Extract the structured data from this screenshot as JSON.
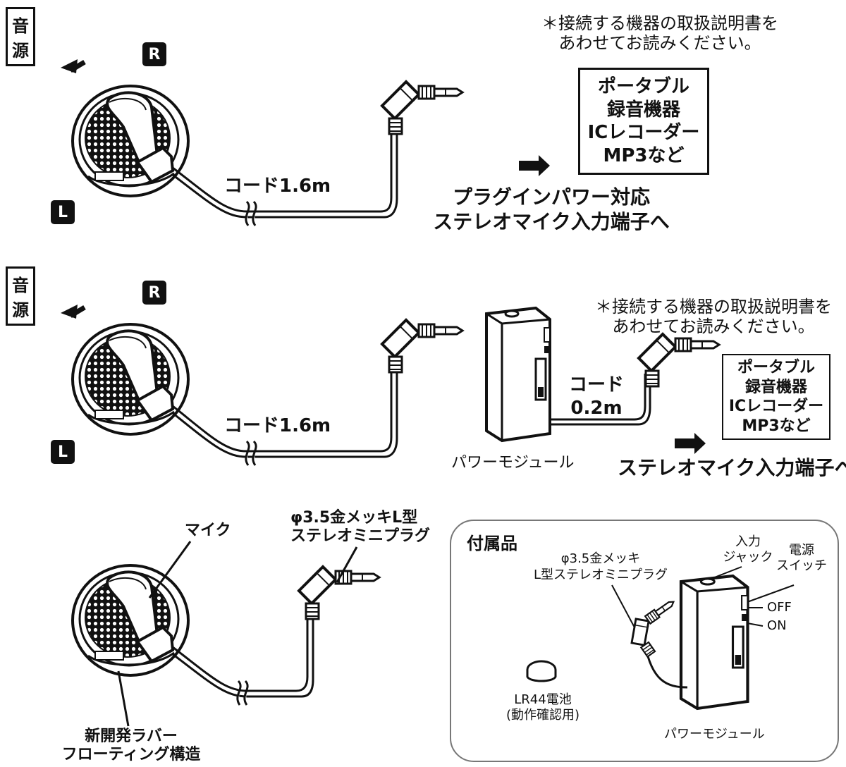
{
  "source_label": [
    "音",
    "源"
  ],
  "badges": {
    "right": "R",
    "left": "L"
  },
  "note_lines": [
    "＊接続する機器の取扱説明書を",
    "あわせてお読みください。"
  ],
  "device_lines": [
    "ポータブル",
    "録音機器",
    "ICレコーダー",
    "MP3など"
  ],
  "section1": {
    "cord": "コード1.6m",
    "input_lines": [
      "プラグインパワー対応",
      "ステレオマイク入力端子へ"
    ]
  },
  "section2": {
    "cord": "コード1.6m",
    "short_cord_lines": [
      "コード",
      "0.2m"
    ],
    "module": "パワーモジュール",
    "input": "ステレオマイク入力端子へ"
  },
  "section3": {
    "mic": "マイク",
    "plug_lines": [
      "φ3.5金メッキL型",
      "ステレオミニプラグ"
    ],
    "structure_lines": [
      "新開発ラバー",
      "フローティング構造"
    ]
  },
  "accessories": {
    "title": "付属品",
    "plug_lines": [
      "φ3.5金メッキ",
      "L型ステレオミニプラグ"
    ],
    "jack_lines": [
      "入力",
      "ジャック"
    ],
    "switch_lines": [
      "電源",
      "スイッチ"
    ],
    "off": "OFF",
    "on": "ON",
    "battery_lines": [
      "LR44電池",
      "(動作確認用)"
    ],
    "module": "パワーモジュール"
  },
  "colors": {
    "ink": "#111111",
    "frame": "#777777",
    "paper": "#ffffff"
  }
}
